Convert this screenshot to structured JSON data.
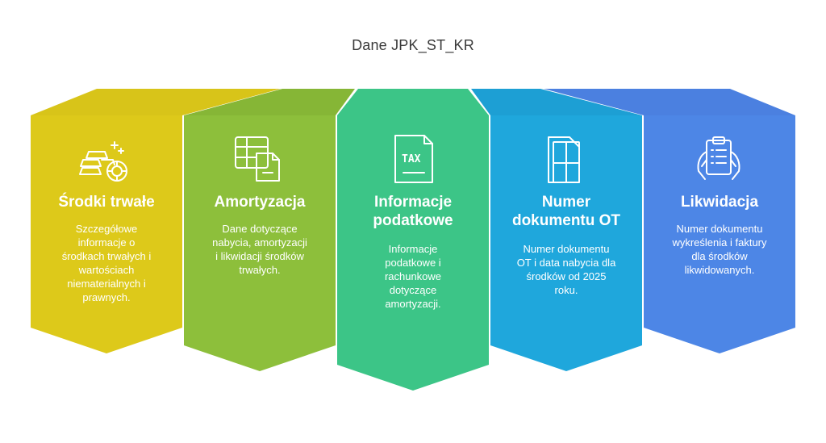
{
  "title": "Dane JPK_ST_KR",
  "colors": {
    "yellow": "#DDC91A",
    "green_light": "#8DBF3B",
    "green": "#3CC587",
    "blue_light": "#1FA7DC",
    "blue": "#4D86E6"
  },
  "cards": [
    {
      "icon": "gold-bars-icon",
      "heading": [
        "Środki trwałe"
      ],
      "desc": [
        "Szczegółowe",
        "informacje o",
        "środkach trwałych i",
        "wartościach",
        "niematerialnych i",
        "prawnych."
      ]
    },
    {
      "icon": "table-document-icon",
      "heading": [
        "Amortyzacja"
      ],
      "desc": [
        "Dane dotyczące",
        "nabycia, amortyzacji",
        "i likwidacji środków",
        "trwałych."
      ]
    },
    {
      "icon": "tax-document-icon",
      "icon_text": "TAX",
      "heading": [
        "Informacje",
        "podatkowe"
      ],
      "desc": [
        "Informacje",
        "podatkowe i",
        "rachunkowe",
        "dotyczące",
        "amortyzacji."
      ]
    },
    {
      "icon": "documents-stack-icon",
      "heading": [
        "Numer",
        "dokumentu OT"
      ],
      "desc": [
        "Numer dokumentu",
        "OT i data nabycia dla",
        "środków od 2025",
        "roku."
      ]
    },
    {
      "icon": "clipboard-hands-icon",
      "heading": [
        "Likwidacja"
      ],
      "desc": [
        "Numer dokumentu",
        "wykreślenia i faktury",
        "dla środków",
        "likwidowanych."
      ]
    }
  ]
}
